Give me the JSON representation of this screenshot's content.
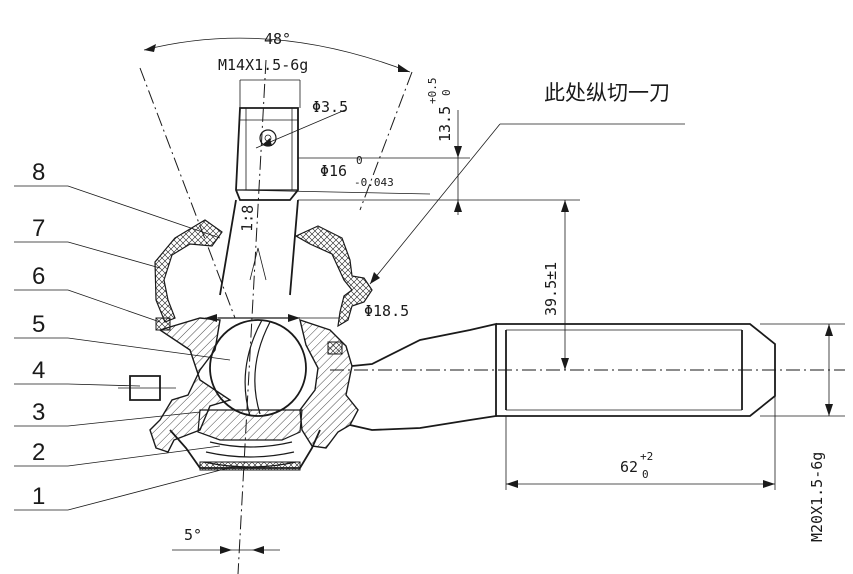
{
  "dimensions": {
    "angle_top": "48°",
    "thread_top": "M14X1.5-6g",
    "hole_dia": "Φ3.5",
    "taper": "1:8",
    "shaft_dia_main": "Φ16",
    "shaft_dia_tol_upper": "0",
    "shaft_dia_tol_lower": "-0.043",
    "height_main": "13.5",
    "height_tol_upper": "+0.5",
    "height_tol_lower": "0",
    "ball_dia": "Φ18.5",
    "vertical_dist": "39.5±1",
    "length_main": "62",
    "length_tol_upper": "+2",
    "length_tol_lower": "0",
    "thread_right": "M20X1.5-6g",
    "angle_bottom": "5°"
  },
  "note": "此处纵切一刀",
  "part_numbers": [
    "8",
    "7",
    "6",
    "5",
    "4",
    "3",
    "2",
    "1"
  ]
}
